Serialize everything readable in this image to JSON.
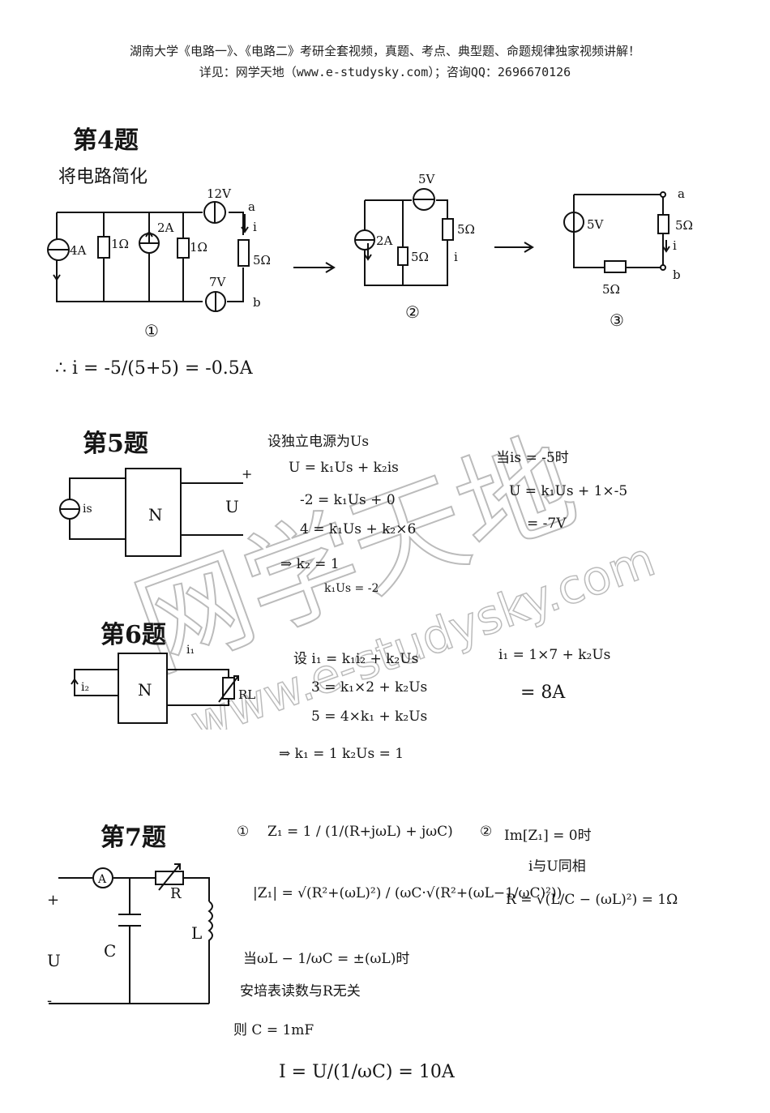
{
  "header": {
    "line1": "湖南大学《电路一》、《电路二》考研全套视频，真题、考点、典型题、命题规律独家视频讲解！",
    "line2": "详见：网学天地（www.e-studysky.com）；咨询QQ：2696670126"
  },
  "watermark": {
    "text1": "网学天地",
    "text2": "www.e-studysky.com"
  },
  "q4": {
    "title": "第4题",
    "subtitle": "将电路简化",
    "fig1": {
      "labels": [
        "12V",
        "4A",
        "1Ω",
        "2A",
        "1Ω",
        "5Ω",
        "7V",
        "a",
        "b",
        "i"
      ],
      "num": "①"
    },
    "fig2": {
      "labels": [
        "5V",
        "2A",
        "5Ω",
        "5Ω",
        "i"
      ],
      "num": "②"
    },
    "fig3": {
      "labels": [
        "5V",
        "5Ω",
        "5Ω",
        "a",
        "b",
        "i"
      ],
      "num": "③"
    },
    "answer": "∴ i = -5/(5+5) = -0.5A"
  },
  "q5": {
    "title": "第5题",
    "fig": {
      "box": "N",
      "source": "is",
      "output": "U",
      "plus": "+",
      "minus": "-"
    },
    "lines": [
      "设独立电源为Us",
      "U = k₁Us + k₂is",
      "-2 = k₁Us + 0",
      "4 = k₁Us + k₂×6",
      "⇒ k₂ = 1",
      "k₁Us = -2"
    ],
    "right": [
      "当is = -5时",
      "U = k₁Us + 1×-5",
      "= -7V"
    ]
  },
  "q6": {
    "title": "第6题",
    "fig": {
      "box": "N",
      "i2": "i₂",
      "i1": "i₁",
      "rl": "RL"
    },
    "lines": [
      "设 i₁ = k₁i₂ + k₂Us",
      "3 = k₁×2 + k₂Us",
      "5 = 4×k₁ + k₂Us",
      "⇒ k₁ = 1   k₂Us = 1"
    ],
    "right": [
      "i₁ = 1×7 + k₂Us",
      "= 8A"
    ]
  },
  "q7": {
    "title": "第7题",
    "fig": {
      "ammeter": "A",
      "r": "R",
      "c": "C",
      "l": "L",
      "plus": "+",
      "u": "U",
      "minus": "-"
    },
    "part1": {
      "num": "①",
      "z1": "Z₁ = 1 / (1/(R+jωL) + jωC)",
      "mag": "|Z₁| = √(R²+(ωL)²) / (ωC·√(R²+(ωL−1/ωC)²))",
      "cond": "当ωL − 1/ωC = ±(ωL)时",
      "cond2": "安培表读数与R无关",
      "then": "则 C = 1mF",
      "current": "I = U/(1/ωC) = 10A"
    },
    "part2": {
      "num": "②",
      "cond": "Im[Z₁] = 0时",
      "phase": "i与U同相",
      "r": "R = √(L/C − (ωL)²) = 1Ω"
    }
  }
}
